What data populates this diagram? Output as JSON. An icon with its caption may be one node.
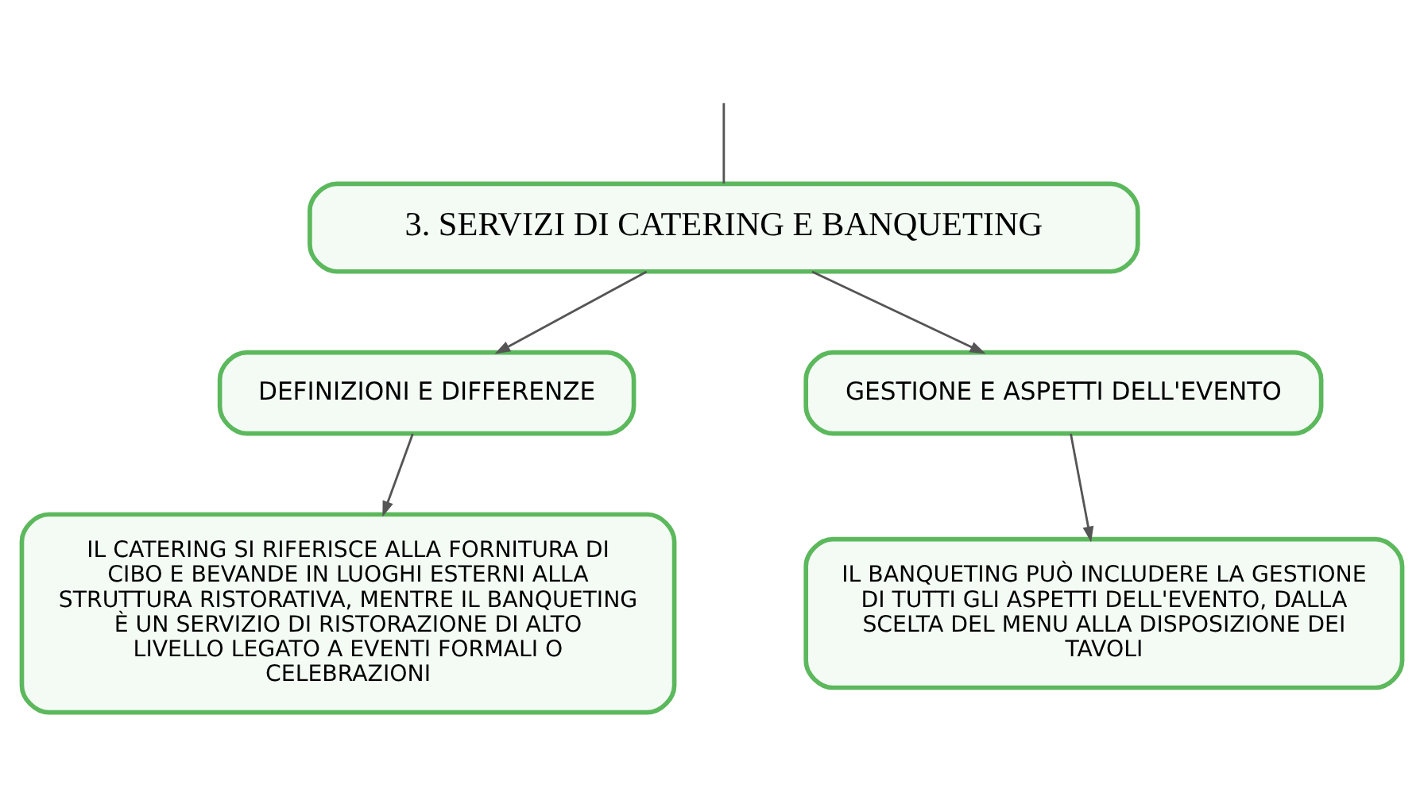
{
  "diagram": {
    "nodes": [
      {
        "text": [
          "3. SERVIZI DI CATERING E BANQUETING"
        ]
      },
      {
        "text": [
          "DEFINIZIONI E DIFFERENZE"
        ]
      },
      {
        "text": [
          "GESTIONE E ASPETTI DELL'EVENTO"
        ]
      },
      {
        "text": [
          "IL CATERING SI RIFERISCE ALLA FORNITURA DI CIBO E BEVANDE IN LUOGHI ESTERNI ALLA STRUTTURA RISTORATIVA, MENTRE IL BANQUETING È UN SERVIZIO DI RISTORAZIONE DI ALTO LIVELLO LEGATO A EVENTI FORMALI O CELEBRAZIONI"
        ]
      },
      {
        "text": [
          "IL BANQUETING PUÒ INCLUDERE LA GESTIONE DI TUTTI GLI ASPETTI DELL'EVENTO, DALLA SCELTA DEL MENU ALLA DISPOSIZIONE DEI TAVOLI"
        ]
      }
    ],
    "edges": [
      {
        "from": null,
        "to": 0,
        "arrow": "none"
      },
      {
        "from": 0,
        "to": 1,
        "arrow": "to"
      },
      {
        "from": 0,
        "to": 2,
        "arrow": "to"
      },
      {
        "from": 1,
        "to": 3,
        "arrow": "to"
      },
      {
        "from": 2,
        "to": 4,
        "arrow": "to"
      }
    ]
  }
}
